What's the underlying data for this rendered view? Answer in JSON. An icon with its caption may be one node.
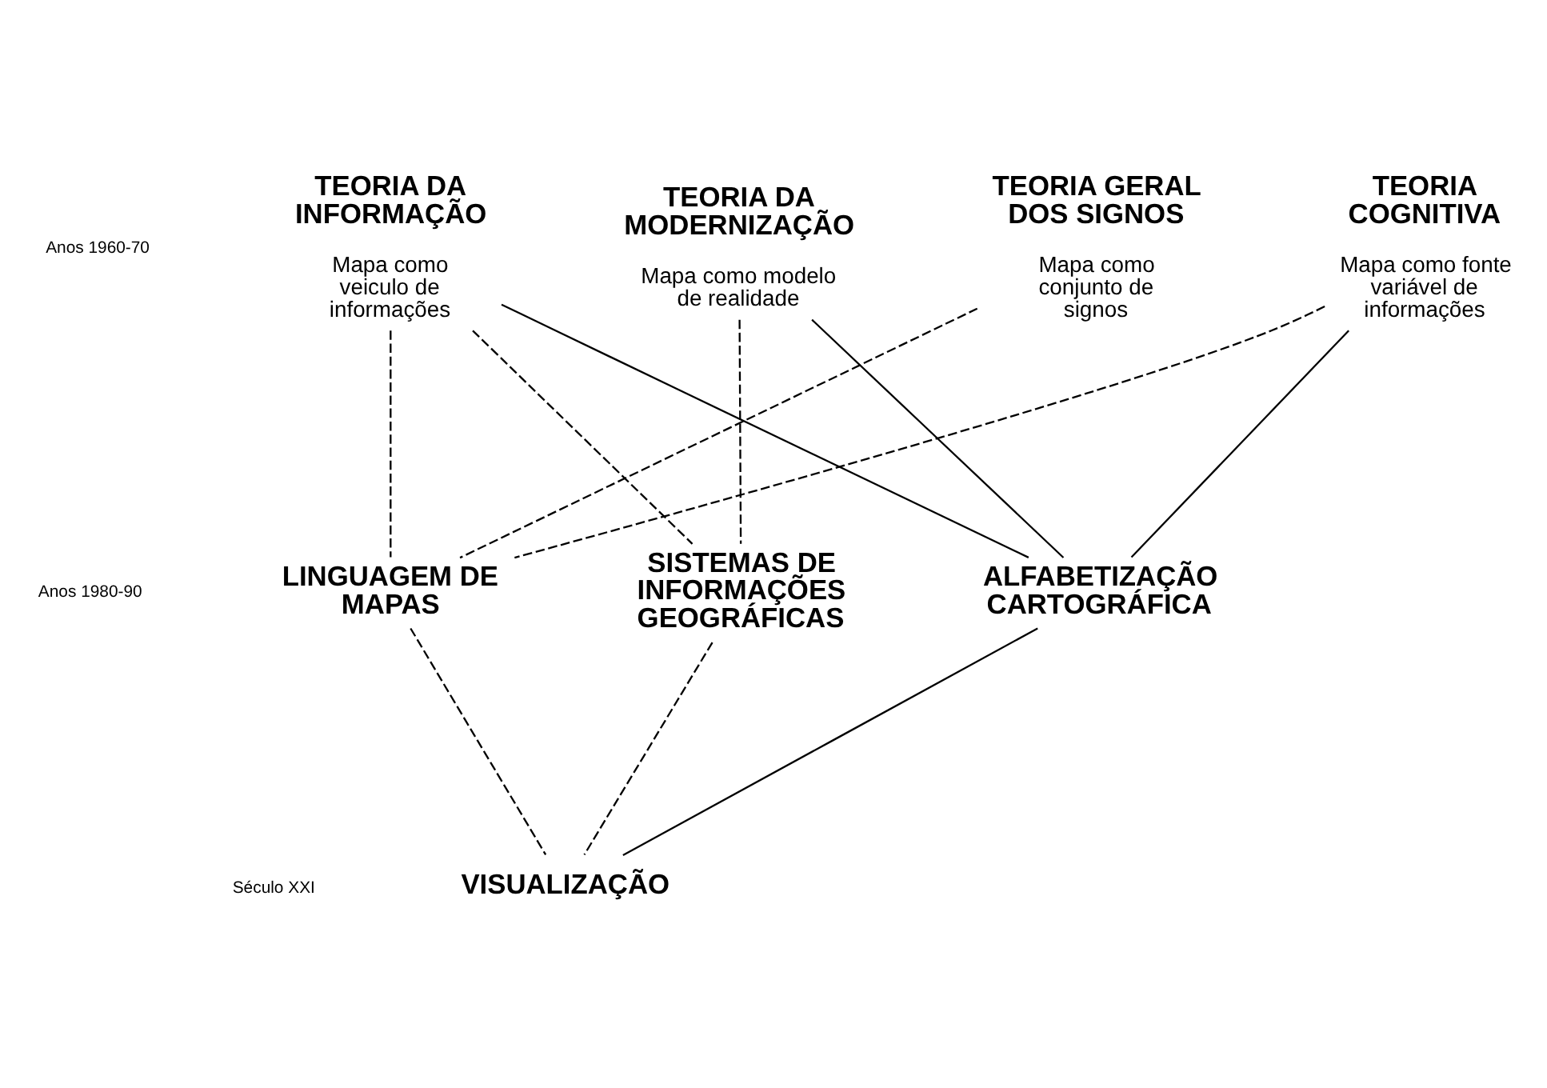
{
  "diagram": {
    "nodes": [
      {
        "text": [
          "TEORIA DA INFORMAÇÃO",
          "Mapa como veiculo de informações"
        ]
      },
      {
        "text": [
          "TEORIA DA MODERNIZAÇÃO",
          "Mapa como modelo de realidade"
        ]
      },
      {
        "text": [
          "TEORIA GERAL DOS SIGNOS",
          "Mapa como conjunto de signos"
        ]
      },
      {
        "text": [
          "TEORIA COGNITIVA",
          "Mapa como fonte variável de informações"
        ]
      },
      {
        "text": [
          "LINGUAGEM DE MAPAS"
        ]
      },
      {
        "text": [
          "SISTEMAS DE INFORMAÇÕES GEOGRÁFICAS"
        ]
      },
      {
        "text": [
          "ALFABETIZAÇÃO CARTOGRÁFICA"
        ]
      },
      {
        "text": [
          "VISUALIZAÇÃO"
        ]
      }
    ],
    "edges": [
      {
        "from": 0,
        "to": 4,
        "arrow": "none",
        "style": "dashed"
      },
      {
        "from": 0,
        "to": 5,
        "arrow": "none",
        "style": "dashed"
      },
      {
        "from": 0,
        "to": 6,
        "arrow": "none"
      },
      {
        "from": 1,
        "to": 5,
        "arrow": "none",
        "style": "dashed"
      },
      {
        "from": 1,
        "to": 6,
        "arrow": "none"
      },
      {
        "from": 2,
        "to": 4,
        "arrow": "none",
        "style": "dashed"
      },
      {
        "from": 3,
        "to": 4,
        "arrow": "none",
        "style": "dashed"
      },
      {
        "from": 3,
        "to": 6,
        "arrow": "none"
      },
      {
        "from": 4,
        "to": 7,
        "arrow": "none",
        "style": "dashed"
      },
      {
        "from": 5,
        "to": 7,
        "arrow": "none",
        "style": "dashed"
      },
      {
        "from": 6,
        "to": 7,
        "arrow": "none"
      }
    ],
    "labels": [
      "Anos 1960-70",
      "Anos 1980-90",
      "Século XXI"
    ]
  }
}
